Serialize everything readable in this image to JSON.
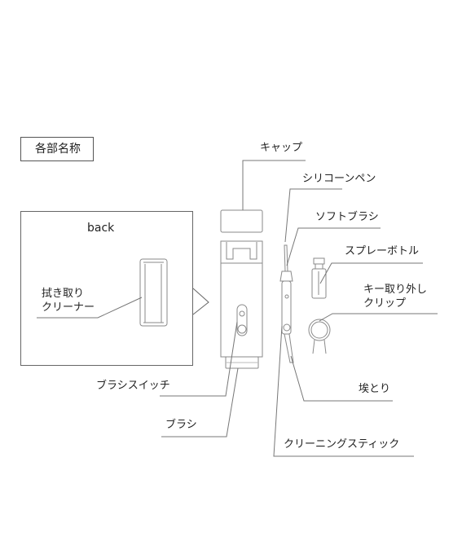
{
  "title": "各部名称",
  "back_label": "back",
  "labels": {
    "cap": "キャップ",
    "silicone_pen": "シリコーンペン",
    "soft_brush": "ソフトブラシ",
    "spray_bottle": "スプレーボトル",
    "key_remover_clip_line1": "キー取り外し",
    "key_remover_clip_line2": "クリップ",
    "wiping_cleaner_line1": "拭き取り",
    "wiping_cleaner_line2": "クリーナー",
    "brush_switch": "ブラシスイッチ",
    "brush": "ブラシ",
    "dust_remover": "埃とり",
    "cleaning_stick": "クリーニングスティック"
  },
  "colors": {
    "line": "#777777",
    "outline": "#8a8a8a",
    "text": "#222222"
  }
}
